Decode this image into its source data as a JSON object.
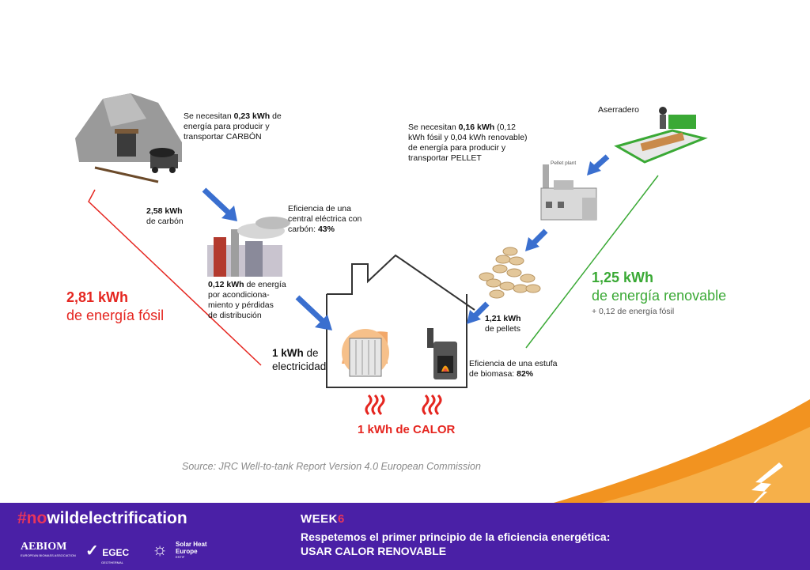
{
  "coal_text": {
    "line1_pre": "Se necesitan ",
    "line1_bold": "0,23 kWh",
    "line1_post": " de",
    "line2": "energía para producir y",
    "line3": "transportar CARBÓN"
  },
  "coal_amount": {
    "value": "2,58 kWh",
    "unit": "de carbón"
  },
  "plant_eff": {
    "line1": "Eficiencia de una",
    "line2": "central eléctrica con",
    "line3_pre": "carbón: ",
    "line3_bold": "43%"
  },
  "losses": {
    "line1_bold": "0,12 kWh",
    "line1_post": " de energía",
    "line2": "por acondiciona-",
    "line3": "miento y pérdidas",
    "line4": "de distribución"
  },
  "fossil_total": {
    "value": "2,81 kWh",
    "label": "de energía fósil"
  },
  "electricity": {
    "value": "1 kWh",
    "post": " de",
    "line2": "electricidad"
  },
  "sawmill_label": "Aserradero",
  "pellet_plant_label": "Pellet plant",
  "pellet_text": {
    "line1_pre": "Se necesitan ",
    "line1_bold": "0,16 kWh",
    "line1_post": " (0,12",
    "line2": "kWh fósil y 0,04 kWh renovable)",
    "line3": "de energía para producir y",
    "line4": "transportar PELLET"
  },
  "renewable_total": {
    "value": "1,25 kWh",
    "label": "de energía renovable",
    "note": "+ 0,12 de energía fósil"
  },
  "pellets_amount": {
    "value": "1,21 kWh",
    "unit": "de pellets"
  },
  "stove_eff": {
    "line1": "Eficiencia de una estufa",
    "line2_pre": "de biomasa: ",
    "line2_bold": "82%"
  },
  "heat_label": "1 kWh de CALOR",
  "source": "Source: JRC Well-to-tank Report Version 4.0 European Commission",
  "footer": {
    "hashtag_no": "#no",
    "hashtag_rest": "wildelectrification",
    "week_word": "WEEK",
    "week_num": "6",
    "subtitle_line1": "Respetemos el primer principio de la eficiencia energética:",
    "subtitle_line2": "USAR CALOR RENOVABLE",
    "logos": [
      "AEBIOM",
      "EGEC",
      "Solar Heat Europe"
    ],
    "logo_sub": [
      "EUROPEAN BIOMASS ASSOCIATION",
      "GEOTHERMAL",
      "ESTIF"
    ]
  },
  "colors": {
    "fossil": "#e52620",
    "renewable": "#3aa935",
    "arrow": "#3a6fcf",
    "footer_bg": "#4a20a6",
    "accent": "#e8355b",
    "orange": "#f29320"
  }
}
